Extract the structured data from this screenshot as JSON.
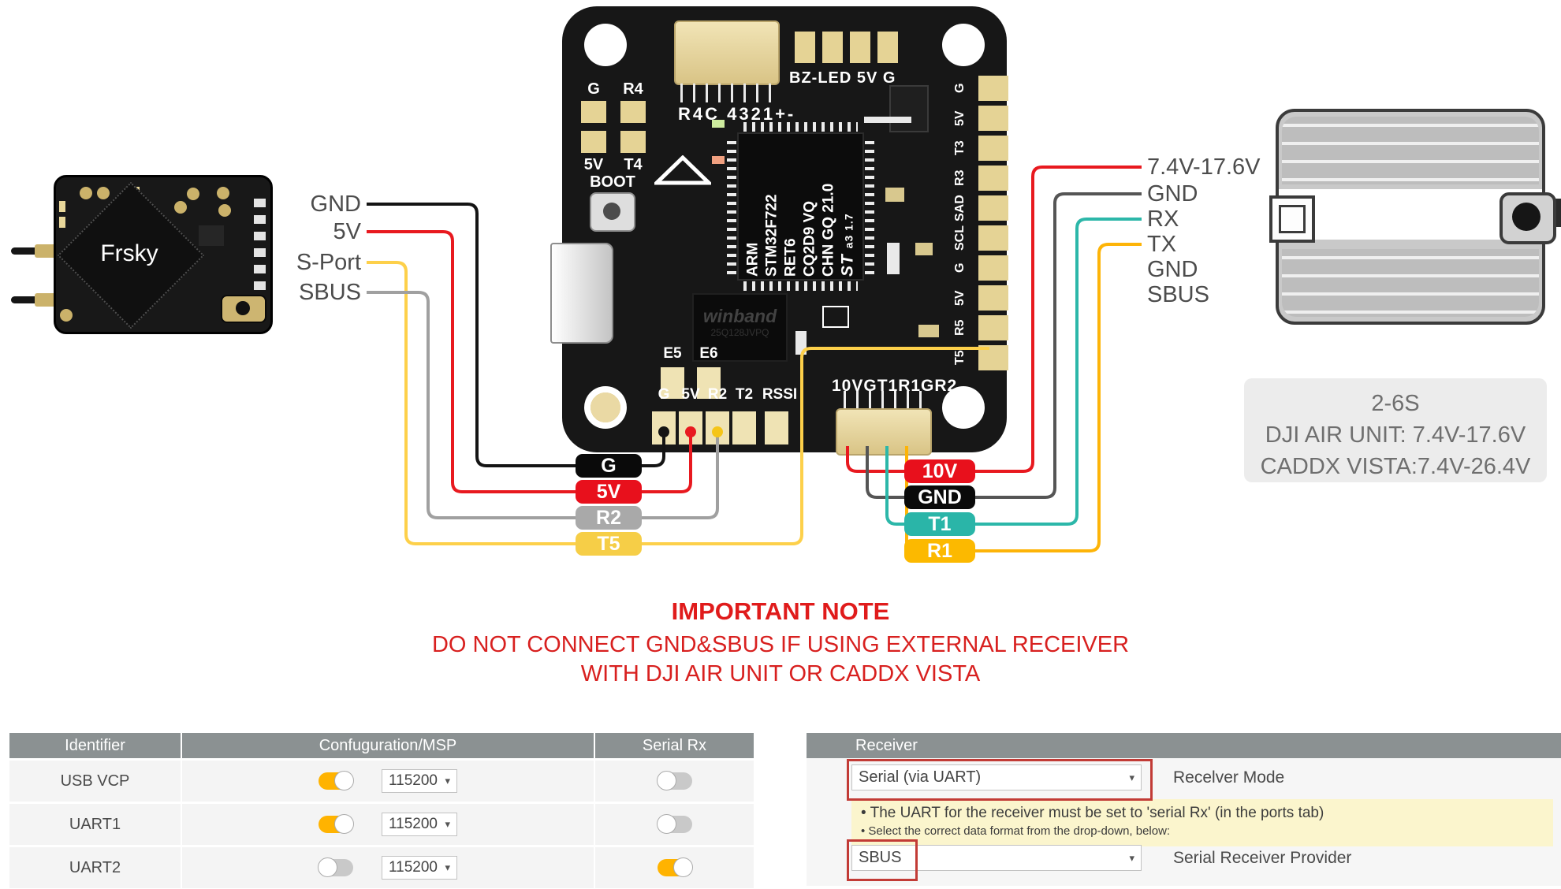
{
  "colors": {
    "wire_red": "#e8191f",
    "wire_black": "#141414",
    "wire_gray": "#a0a0a0",
    "wire_yellow": "#fdd04a",
    "wire_dark_gray": "#555555",
    "wire_teal": "#2cb7a9",
    "wire_orange": "#fdb408",
    "badge_red": "#e8101c",
    "badge_black": "#0a0a0a",
    "badge_gray": "#a9a9a9",
    "badge_yellow": "#f6ce47",
    "badge_teal": "#2ab5a8",
    "badge_orange": "#fcb900",
    "warning_red": "#d8201f",
    "toggle_on": "#ffb300",
    "table_header_bg": "#8b9192",
    "note_bg": "#fbf5cd",
    "spec_box_bg": "#ececec",
    "pcb_gold": "#e5d395"
  },
  "receiver_module": {
    "brand": "Frsky",
    "pin_labels": [
      "GND",
      "5V",
      "S-Port",
      "SBUS"
    ]
  },
  "flight_controller": {
    "top_left_pads": [
      "G",
      "R4",
      "5V",
      "T4"
    ],
    "boot_label": "BOOT",
    "top_header_label": "R4C 4321+-",
    "buzzer_label": "BZ-LED 5V G",
    "mcu": {
      "lines": [
        "ARM",
        "STM32F722",
        "RET6",
        "CQ2D9 VQ",
        "CHN GQ 21.0"
      ],
      "logo": "ST",
      "marking": "a3 1.7"
    },
    "flash_chip": {
      "brand": "winband",
      "part": "25Q128JVPQ"
    },
    "right_edge_pads": [
      "G",
      "5V",
      "T3",
      "R3",
      "SAD",
      "SCL",
      "G",
      "5V",
      "R5",
      "T5"
    ],
    "aux_pads": [
      "E5",
      "E6"
    ],
    "bottom_pads": [
      "G",
      "5V",
      "R2",
      "T2",
      "RSSI"
    ],
    "dji_connector_label": "10VGT1R1GR2"
  },
  "wire_tags_left": [
    "G",
    "5V",
    "R2",
    "T5"
  ],
  "wire_tags_right": [
    "10V",
    "GND",
    "T1",
    "R1"
  ],
  "air_unit_pin_labels": [
    "7.4V-17.6V",
    "GND",
    "RX",
    "TX",
    "GND",
    "SBUS"
  ],
  "spec_box": {
    "line1": "2-6S",
    "line2": "DJI AIR UNIT: 7.4V-17.6V",
    "line3": "CADDX VISTA:7.4V-26.4V"
  },
  "warning": {
    "title": "IMPORTANT NOTE",
    "line1": "DO NOT CONNECT GND&SBUS IF USING EXTERNAL RECEIVER",
    "line2": "WITH DJI AIR UNIT OR CADDX VISTA"
  },
  "ports_table": {
    "headers": [
      "Identifier",
      "Confuguration/MSP",
      "Serial Rx"
    ],
    "rows": [
      {
        "identifier": "USB VCP",
        "msp_enabled": true,
        "baud": "115200",
        "serial_rx_enabled": false
      },
      {
        "identifier": "UART1",
        "msp_enabled": true,
        "baud": "115200",
        "serial_rx_enabled": false
      },
      {
        "identifier": "UART2",
        "msp_enabled": false,
        "baud": "115200",
        "serial_rx_enabled": true
      }
    ]
  },
  "receiver_panel": {
    "title": "Receiver",
    "mode_value": "Serial (via UART)",
    "mode_label": "Recelver Mode",
    "note_lines": [
      "• The UART for the receiver must be set to 'serial Rx' (in the ports tab)",
      "• Select the correct data format from the drop-down, below:"
    ],
    "provider_value": "SBUS",
    "provider_label": "Serial Receiver Provider"
  }
}
